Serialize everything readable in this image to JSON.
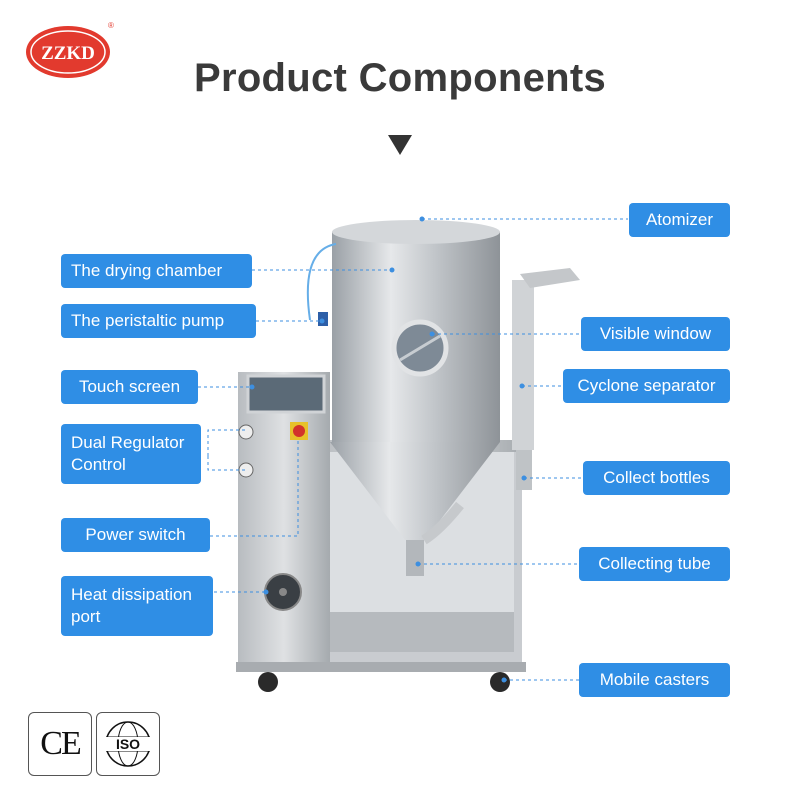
{
  "brand": {
    "logo_text": "ZZKD",
    "registered": "®",
    "color": "#e23a2e"
  },
  "title": "Product Components",
  "accent_color": "#2f8ee5",
  "labels": {
    "atomizer": "Atomizer",
    "drying_chamber": "The drying chamber",
    "peristaltic_pump": "The peristaltic pump",
    "visible_window": "Visible window",
    "touch_screen": "Touch screen",
    "cyclone_separator": "Cyclone separator",
    "dual_regulator_line1": "Dual Regulator",
    "dual_regulator_line2": "Control",
    "collect_bottles": "Collect bottles",
    "power_switch": "Power switch",
    "collecting_tube": "Collecting tube",
    "heat_dissipation_line1": "Heat dissipation",
    "heat_dissipation_line2": "port",
    "mobile_casters": "Mobile casters"
  },
  "certifications": {
    "ce": "CE",
    "iso": "ISO"
  },
  "icons": [
    "down-triangle-icon",
    "ce-mark-icon",
    "iso-mark-icon"
  ]
}
